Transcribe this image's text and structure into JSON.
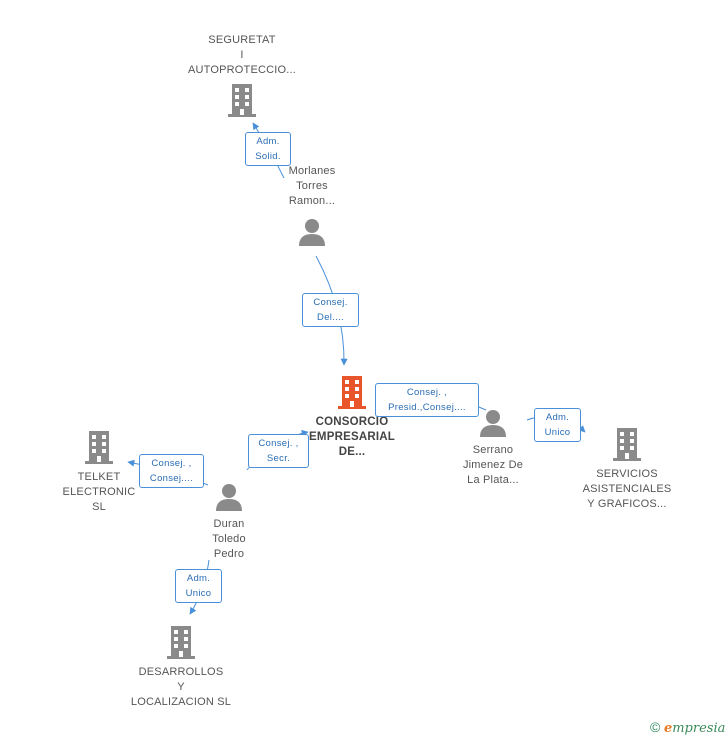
{
  "colors": {
    "company": "#8a8a8a",
    "main_company": "#e8552a",
    "person": "#8a8a8a",
    "edge": "#4a90d9"
  },
  "nodes": {
    "seguretat": {
      "lines": [
        "SEGURETAT",
        "I",
        "AUTOPROTECCIO..."
      ]
    },
    "morlanes": {
      "lines": [
        "Morlanes",
        "Torres",
        "Ramon..."
      ]
    },
    "consorcio": {
      "lines": [
        "CONSORCIO",
        "EMPRESARIAL",
        "DE..."
      ]
    },
    "serrano": {
      "lines": [
        "Serrano",
        "Jimenez De",
        "La Plata..."
      ]
    },
    "servicios": {
      "lines": [
        "SERVICIOS",
        "ASISTENCIALES",
        "Y GRAFICOS..."
      ]
    },
    "telket": {
      "lines": [
        "TELKET",
        "ELECTRONIC",
        "SL"
      ]
    },
    "duran": {
      "lines": [
        "Duran",
        "Toledo",
        "Pedro"
      ]
    },
    "desarrollos": {
      "lines": [
        "DESARROLLOS",
        "Y",
        "LOCALIZACION SL"
      ]
    }
  },
  "edges": {
    "morlanes_seguretat": {
      "lines": [
        "Adm.",
        "Solid."
      ]
    },
    "morlanes_consorcio": {
      "lines": [
        "Consej.",
        "Del...."
      ]
    },
    "serrano_consorcio": {
      "lines": [
        "Consej. ,",
        "Presid.,Consej...."
      ]
    },
    "serrano_servicios": {
      "lines": [
        "Adm.",
        "Unico"
      ]
    },
    "duran_consorcio": {
      "lines": [
        "Consej. ,",
        "Secr."
      ]
    },
    "duran_telket": {
      "lines": [
        "Consej. ,",
        "Consej...."
      ]
    },
    "duran_desarrollos": {
      "lines": [
        "Adm.",
        "Unico"
      ]
    }
  },
  "brand": {
    "copyright": "©",
    "initial": "e",
    "name": "mpresia"
  }
}
